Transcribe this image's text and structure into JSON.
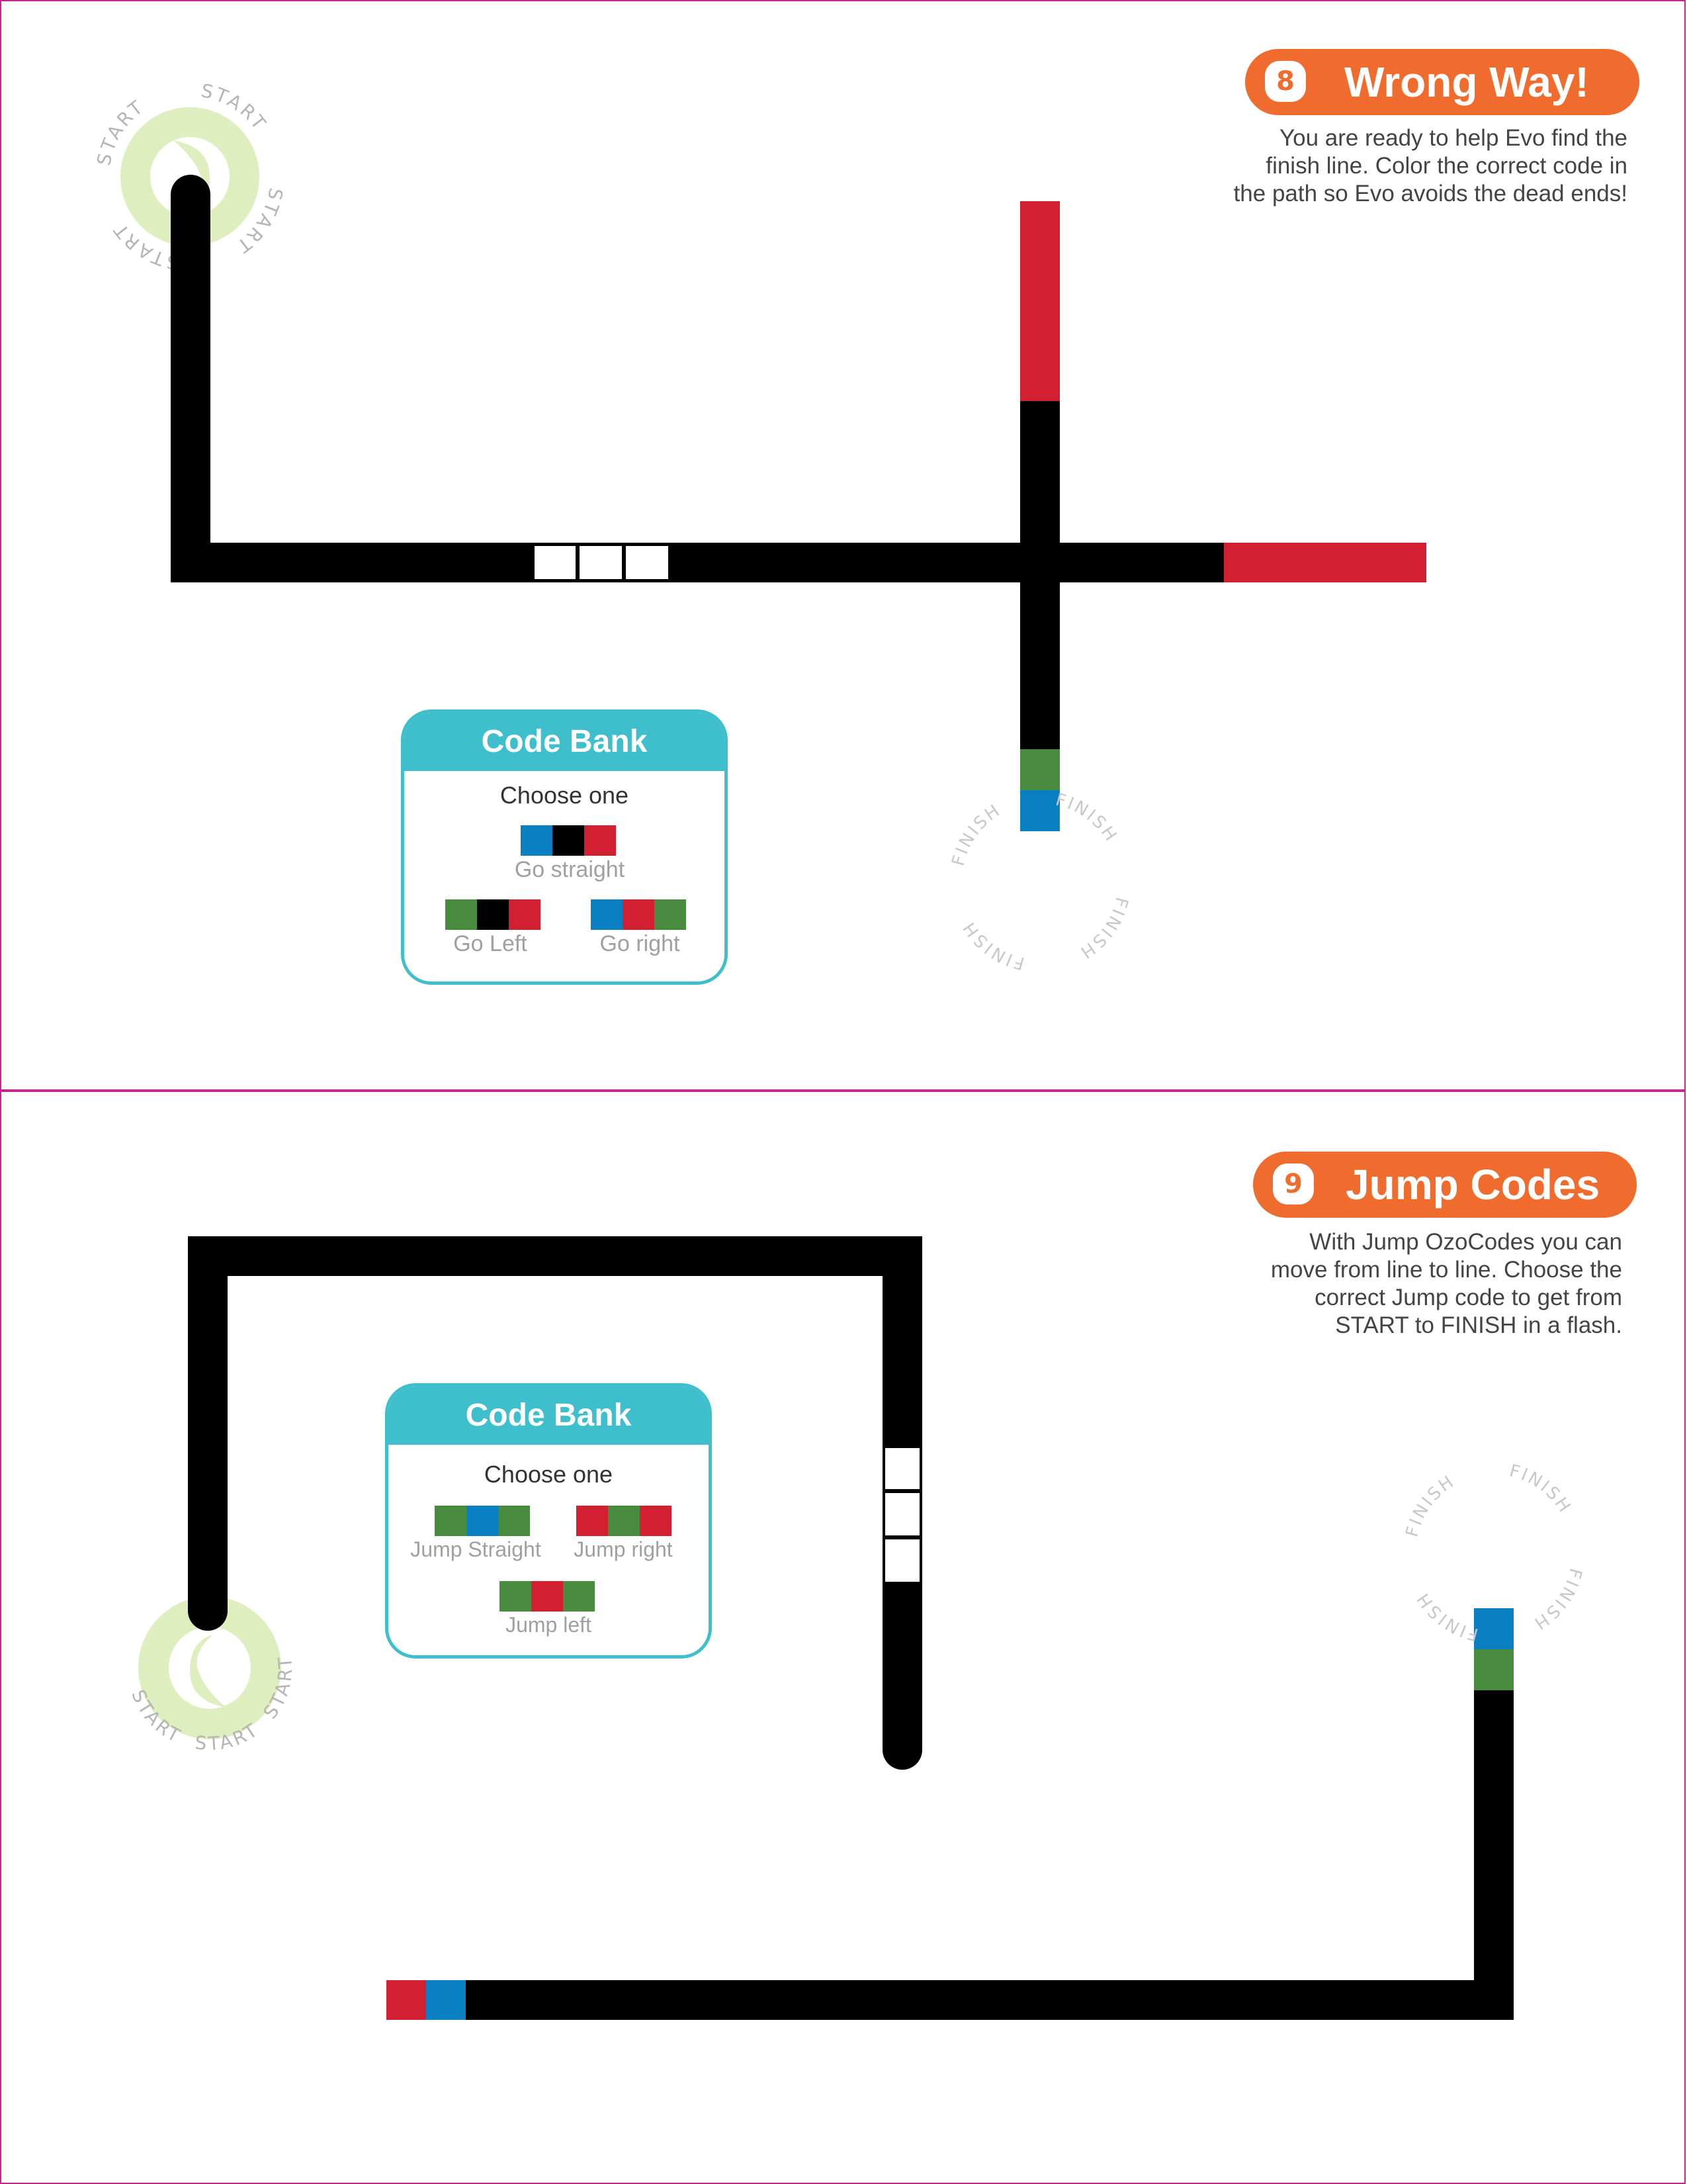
{
  "colors": {
    "red": "#d21f32",
    "green": "#4a8c3f",
    "blue": "#0a7fc2",
    "black": "#000000",
    "accent_orange": "#ef6c2e",
    "code_bank_teal": "#3fbfcc",
    "start_green": "#dfeebe",
    "page_border": "#c2278f"
  },
  "activity8": {
    "number": "8",
    "title": "Wrong Way!",
    "description": [
      "You are ready to help Evo find the",
      "finish line. Color the correct code in",
      "the path so Evo avoids the dead ends!"
    ],
    "start_label": "START",
    "finish_label": "FINISH",
    "code_bank": {
      "title": "Code Bank",
      "subtitle": "Choose one",
      "options": [
        {
          "label": "Go straight",
          "colors": [
            "blue",
            "black",
            "red"
          ]
        },
        {
          "label": "Go Left",
          "colors": [
            "green",
            "black",
            "red"
          ]
        },
        {
          "label": "Go right",
          "colors": [
            "blue",
            "red",
            "green"
          ]
        }
      ]
    }
  },
  "activity9": {
    "number": "9",
    "title": "Jump Codes",
    "description": [
      "With Jump OzoCodes you can",
      "move from line to line. Choose the",
      "correct Jump code to get from",
      "START to FINISH in a flash."
    ],
    "start_label": "START",
    "finish_label": "FINISH",
    "code_bank": {
      "title": "Code Bank",
      "subtitle": "Choose one",
      "options": [
        {
          "label": "Jump Straight",
          "colors": [
            "green",
            "blue",
            "green"
          ]
        },
        {
          "label": "Jump right",
          "colors": [
            "red",
            "green",
            "red"
          ]
        },
        {
          "label": "Jump left",
          "colors": [
            "green",
            "red",
            "green"
          ]
        }
      ]
    }
  }
}
